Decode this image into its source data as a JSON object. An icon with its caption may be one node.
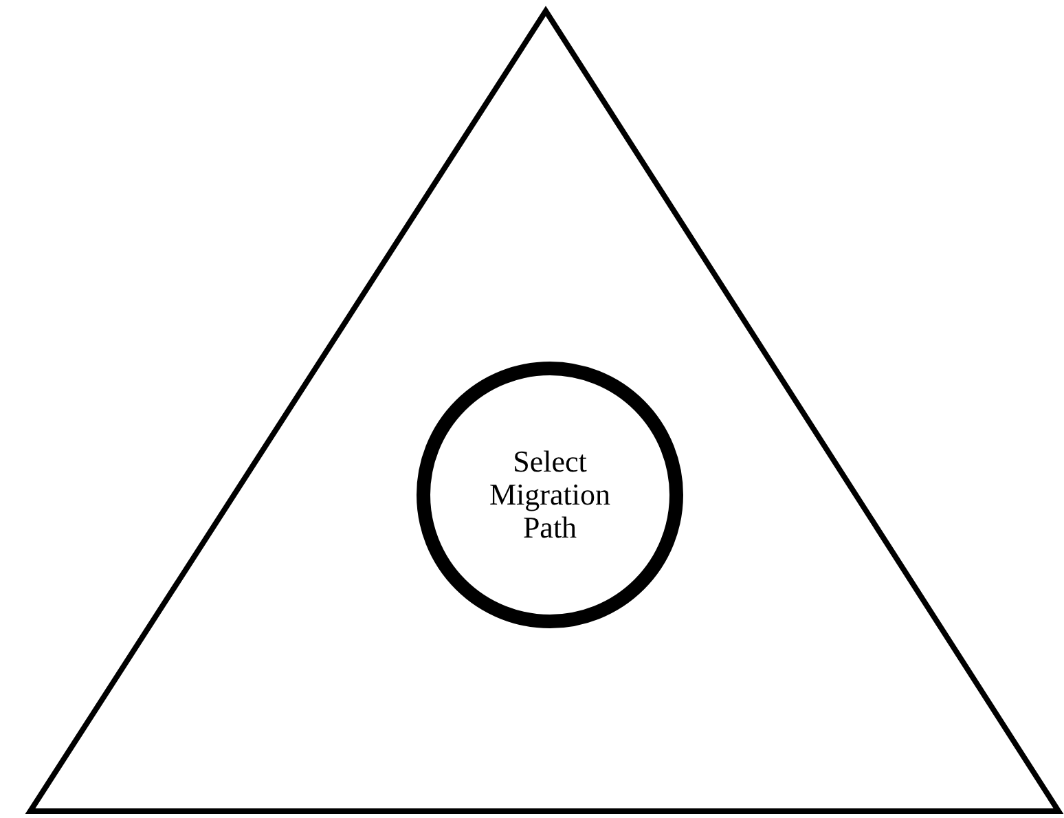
{
  "diagram": {
    "nodes": [
      {
        "text": [],
        "shape": "triangle"
      },
      {
        "text": [
          "Select Migration Path"
        ],
        "in": 0
      }
    ],
    "edges": []
  }
}
